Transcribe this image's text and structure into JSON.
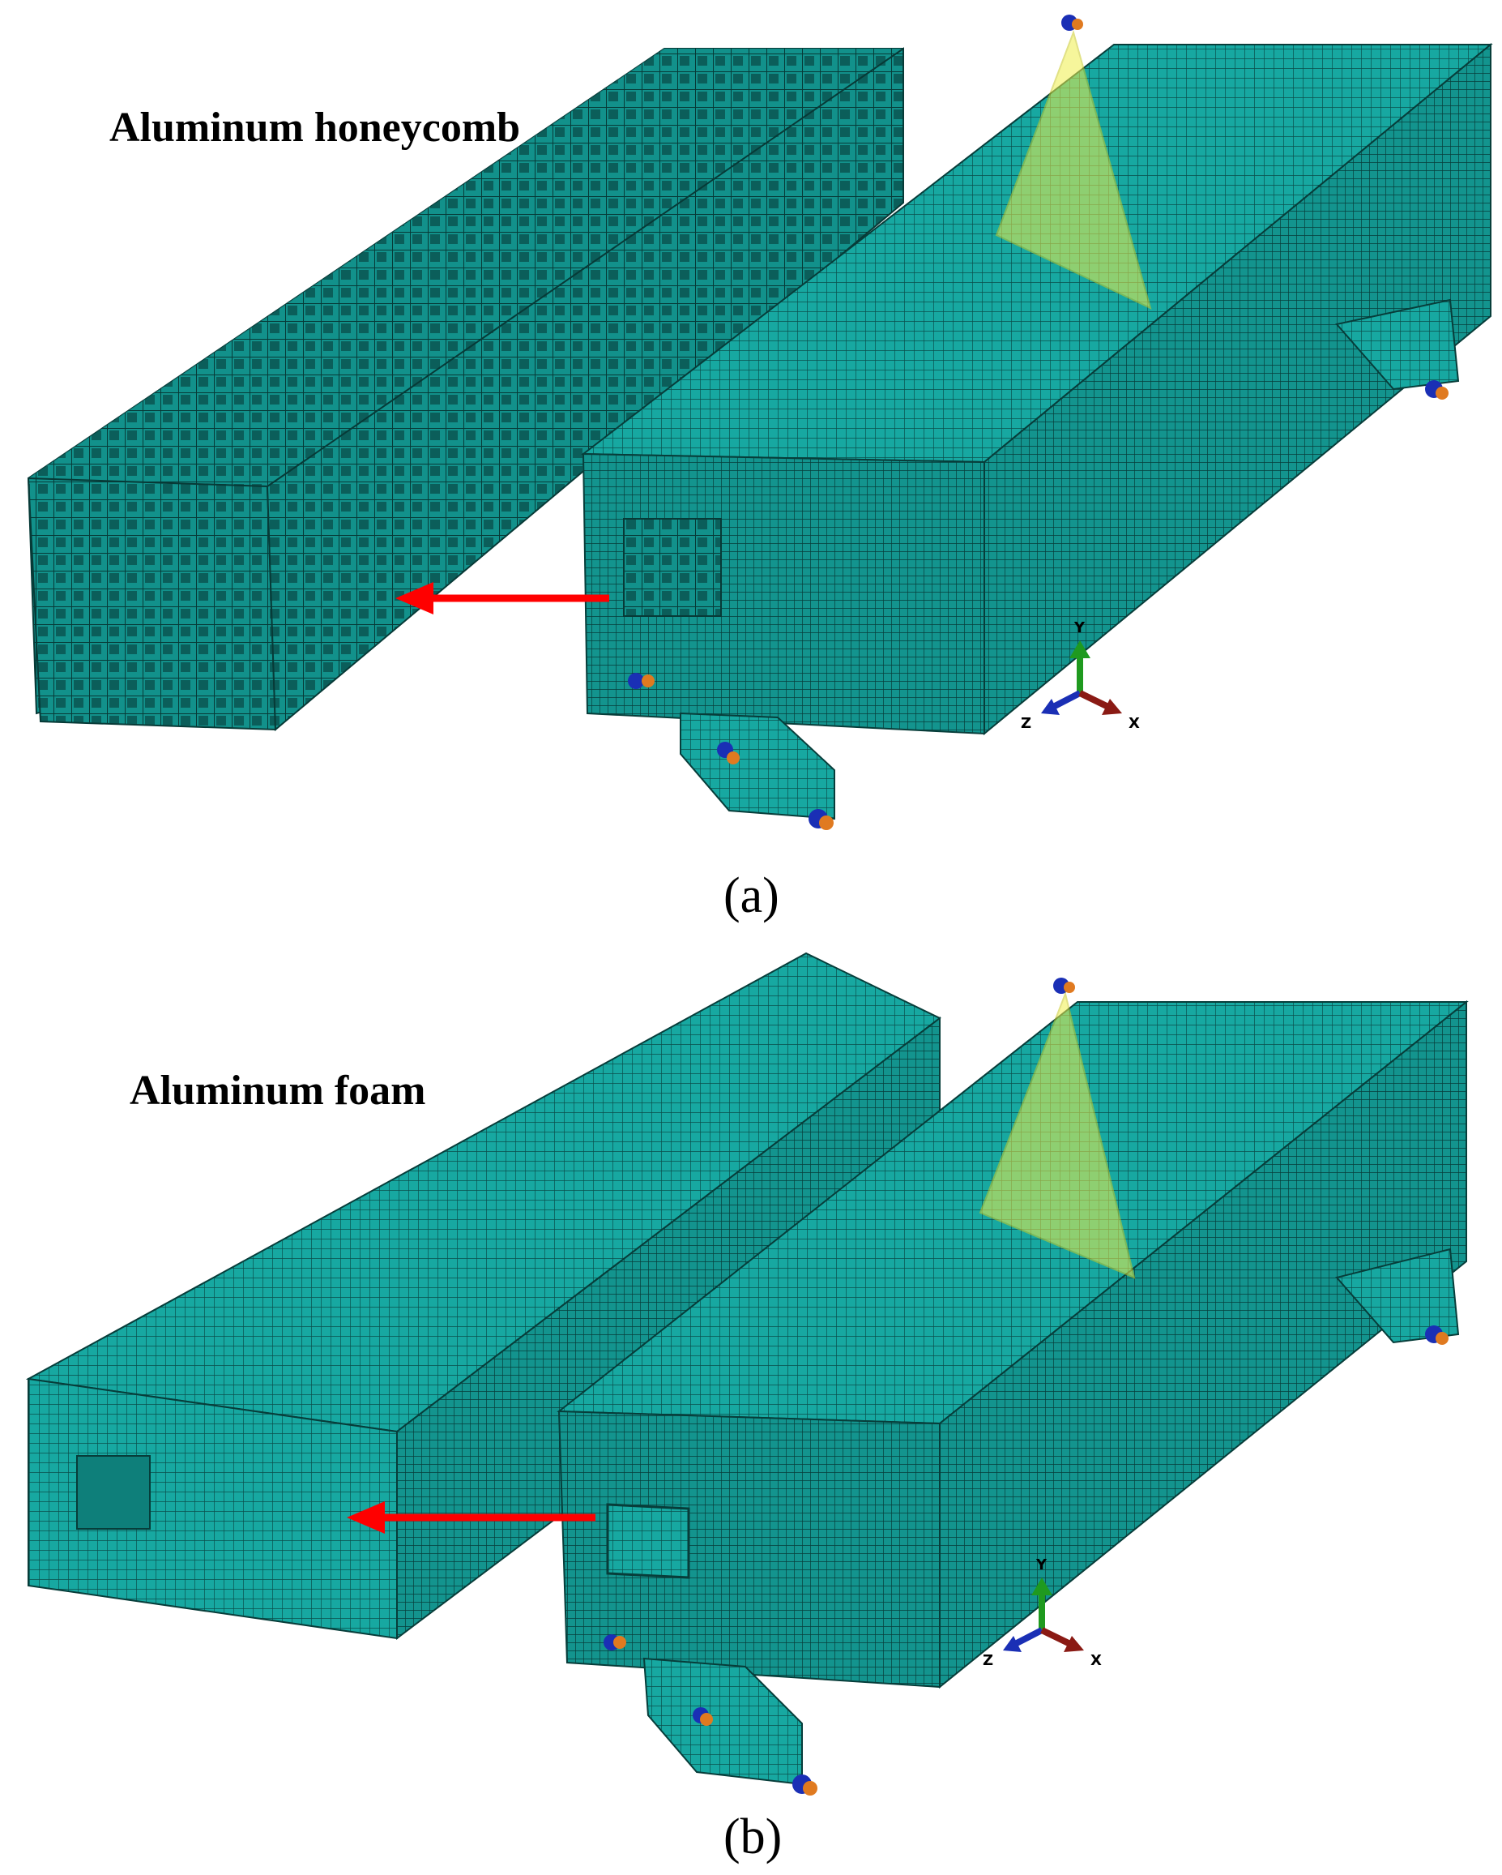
{
  "colors": {
    "mesh_fill": "#17a8a1",
    "mesh_dark": "#0d6e6a",
    "mesh_line": "#0a4f4c",
    "arrow": "#ff0000",
    "load_cone": "#f0f04a",
    "axis_y": "#1f9a1f",
    "axis_z": "#1a2fb5",
    "axis_x": "#8a1a14"
  },
  "panels": [
    {
      "id": "a",
      "core_label": "Aluminum honeycomb",
      "caption": "(a)",
      "axis_labels": {
        "y": "Y",
        "z": "Z",
        "x": "X"
      }
    },
    {
      "id": "b",
      "core_label": "Aluminum foam",
      "caption": "(b)",
      "axis_labels": {
        "y": "Y",
        "z": "Z",
        "x": "X"
      }
    }
  ]
}
